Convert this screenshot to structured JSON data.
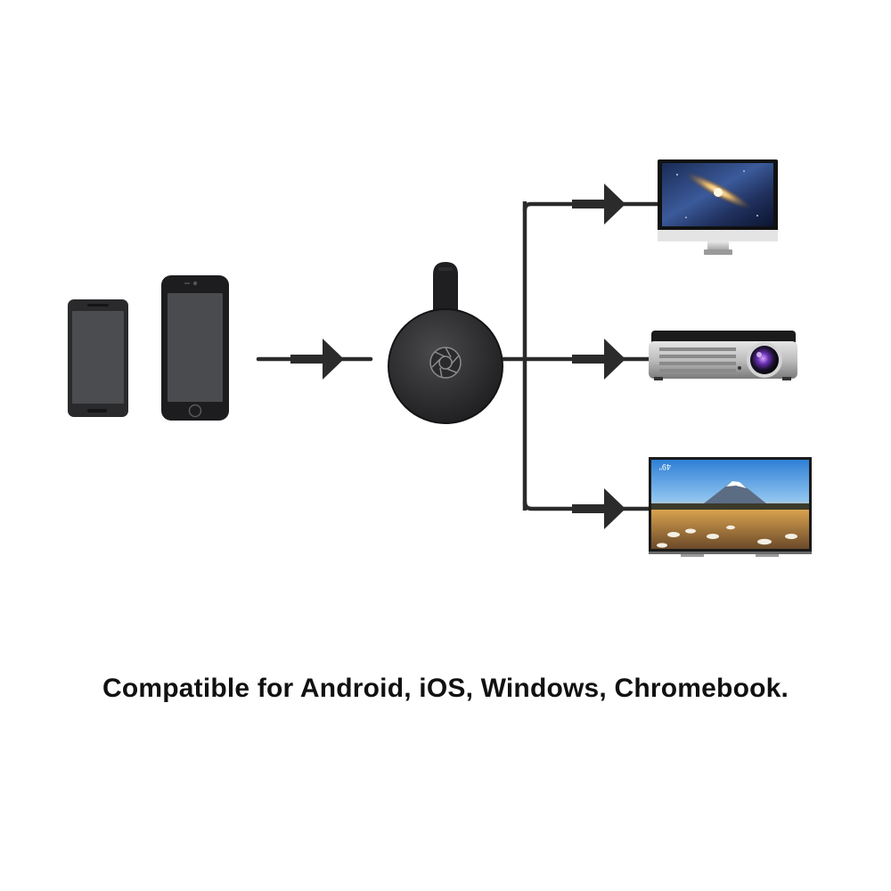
{
  "caption": "Compatible for Android, iOS, Windows, Chromebook.",
  "tv_badge": "49\"",
  "colors": {
    "background": "#ffffff",
    "line": "#2b2b2b",
    "device_dark": "#2a2a2c",
    "screen": "#4a4b4e",
    "text": "#111111"
  },
  "nodes": {
    "sources": [
      "android-phone",
      "iphone"
    ],
    "hub": "chromecast-dongle",
    "targets": [
      "desktop-monitor",
      "projector",
      "flat-tv"
    ]
  }
}
